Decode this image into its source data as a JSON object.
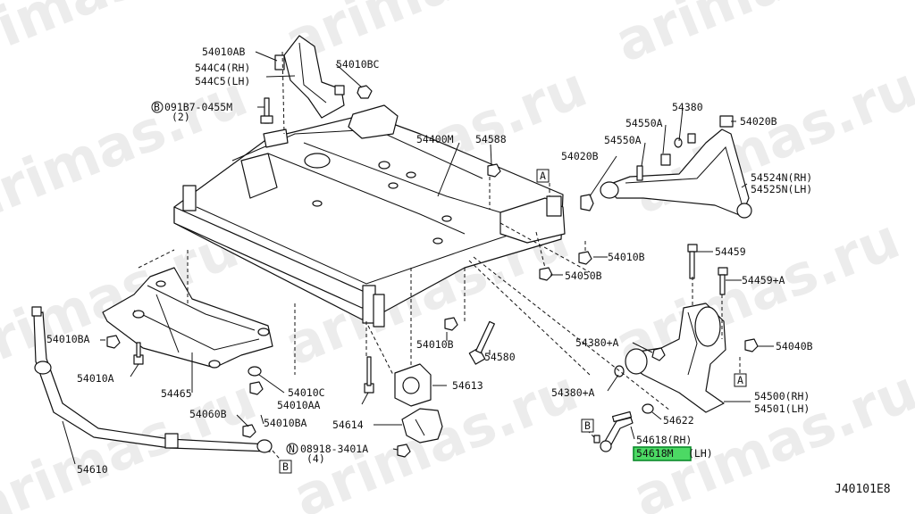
{
  "watermark": "arimas.ru",
  "diagram_code": "J40101E8",
  "reference_markers": [
    "A",
    "B"
  ],
  "labels": {
    "p54010AB": "54010AB",
    "p544C4": "544C4(RH)",
    "p544C5": "544C5(LH)",
    "p54010BC": "54010BC",
    "p091B7": "091B7-0455M",
    "p091B7_qty": "(2)",
    "p54400M": "54400M",
    "p54588": "54588",
    "p54380": "54380",
    "p54550A_1": "54550A",
    "p54550A_2": "54550A",
    "p54020B_1": "54020B",
    "p54020B_2": "54020B",
    "p54524N": "54524N(RH)",
    "p54525N": "54525N(LH)",
    "p54010B_1": "54010B",
    "p54459": "54459",
    "p54050B": "54050B",
    "p54459A": "54459+A",
    "p54010BA_1": "54010BA",
    "p54010B_2": "54010B",
    "p54380A_1": "54380+A",
    "p54040B": "54040B",
    "p54580": "54580",
    "p54010A": "54010A",
    "p54465": "54465",
    "p54010C": "54010C",
    "p54613": "54613",
    "p54380A_2": "54380+A",
    "p54500": "54500(RH)",
    "p54501": "54501(LH)",
    "p54010AA": "54010AA",
    "p54060B": "54060B",
    "p54010BA_2": "54010BA",
    "p54614": "54614",
    "p54622": "54622",
    "p54618": "54618(RH)",
    "p54618M": "54618M",
    "p54618M_suffix": "(LH)",
    "p08918": "08918-3401A",
    "p08918_qty": "(4)",
    "p54610": "54610"
  },
  "highlight_color": "#4cd964"
}
